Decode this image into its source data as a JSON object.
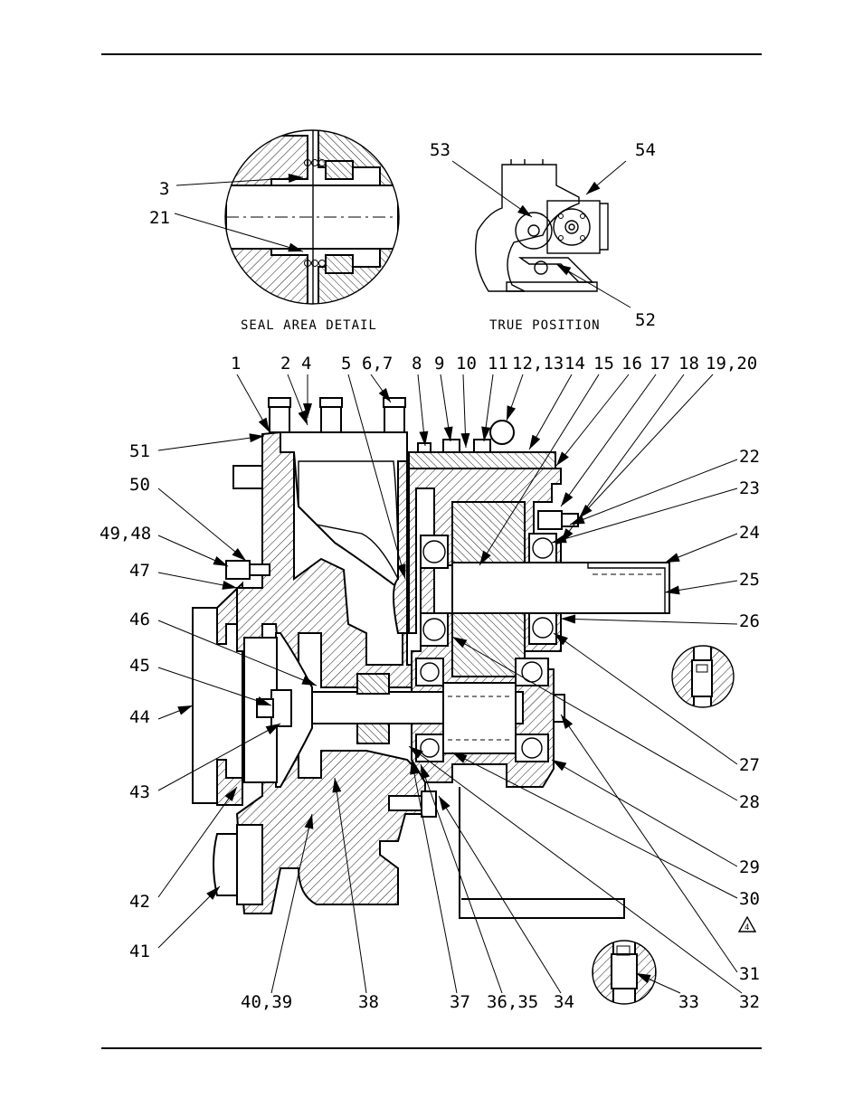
{
  "captions": {
    "seal_detail": "SEAL AREA DETAIL",
    "true_position": "TRUE POSITION"
  },
  "callouts": {
    "c1": "1",
    "c2": "2",
    "c4": "4",
    "c5": "5",
    "c6_7": "6,7",
    "c8": "8",
    "c9": "9",
    "c10": "10",
    "c11": "11",
    "c12_13": "12,13",
    "c14": "14",
    "c15": "15",
    "c16": "16",
    "c17": "17",
    "c18": "18",
    "c19_20": "19,20",
    "c22": "22",
    "c23": "23",
    "c24": "24",
    "c25": "25",
    "c26": "26",
    "c27": "27",
    "c28": "28",
    "c29": "29",
    "c30": "30",
    "c31": "31",
    "c32": "32",
    "c33": "33",
    "c34": "34",
    "c36_35": "36,35",
    "c37": "37",
    "c38": "38",
    "c40_39": "40,39",
    "c41": "41",
    "c42": "42",
    "c43": "43",
    "c44": "44",
    "c45": "45",
    "c46": "46",
    "c47": "47",
    "c49_48": "49,48",
    "c50": "50",
    "c51": "51",
    "c3": "3",
    "c21": "21",
    "c52": "52",
    "c53": "53",
    "c54": "54",
    "triangle_note": "4"
  }
}
